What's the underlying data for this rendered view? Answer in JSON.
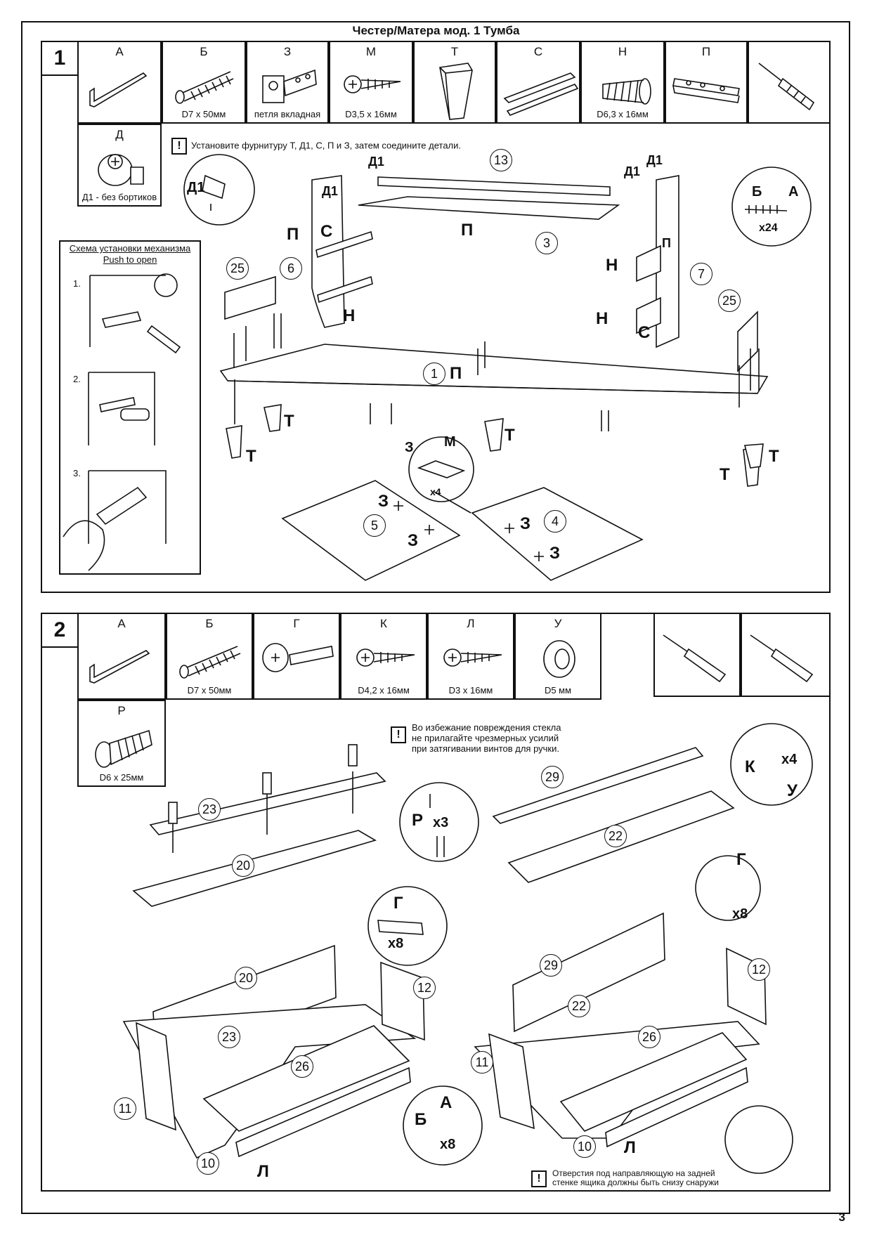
{
  "title": "Честер/Матера мод. 1 Тумба",
  "page_number": "3",
  "step1": {
    "number": "1",
    "parts": [
      {
        "letter": "А",
        "caption": "",
        "icon": "hex-key-icon"
      },
      {
        "letter": "Б",
        "caption": "D7 x 50мм",
        "icon": "confirmat-screw-icon"
      },
      {
        "letter": "З",
        "caption": "петля вкладная",
        "icon": "hinge-icon"
      },
      {
        "letter": "М",
        "caption": "D3,5 x 16мм",
        "icon": "screw-icon"
      },
      {
        "letter": "Т",
        "caption": "",
        "icon": "leg-icon"
      },
      {
        "letter": "С",
        "caption": "",
        "icon": "drawer-slide-icon"
      },
      {
        "letter": "Н",
        "caption": "D6,3 x 16мм",
        "icon": "wood-screw-icon"
      },
      {
        "letter": "П",
        "caption": "",
        "icon": "push-plate-icon"
      }
    ],
    "part_d": {
      "letter": "Д",
      "caption": "Д1 - без бортиков"
    },
    "warning": "Установите фурнитуру Т, Д1, С, П и З, затем соедините детали.",
    "push_scheme": {
      "title_line1": "Схема установки механизма",
      "title_line2": "Push to open",
      "steps": [
        "1.",
        "2.",
        "3."
      ]
    },
    "labels": {
      "d1": "Д1",
      "p": "П",
      "s": "С",
      "n": "Н",
      "t": "Т",
      "z": "З",
      "m": "М",
      "x4": "x4",
      "x24": "x24",
      "b": "Б",
      "a": "А"
    },
    "panels": [
      "13",
      "3",
      "6",
      "7",
      "25",
      "1",
      "5",
      "4"
    ]
  },
  "step2": {
    "number": "2",
    "parts": [
      {
        "letter": "А",
        "caption": "",
        "icon": "hex-key-icon"
      },
      {
        "letter": "Б",
        "caption": "D7 x 50мм",
        "icon": "confirmat-screw-icon"
      },
      {
        "letter": "Г",
        "caption": "",
        "icon": "cam-lock-icon"
      },
      {
        "letter": "К",
        "caption": "D4,2 x 16мм",
        "icon": "screw-icon"
      },
      {
        "letter": "Л",
        "caption": "D3 x 16мм",
        "icon": "screw-icon"
      },
      {
        "letter": "У",
        "caption": "D5 мм",
        "icon": "washer-icon"
      }
    ],
    "part_r": {
      "letter": "Р",
      "caption": "D6 x 25мм"
    },
    "warning_glass": "Во избежание повреждения стекла\nне прилагайте чрезмерных усилий\nпри затягивании винтов для ручки.",
    "warning_holes": "Отверстия под направляющую на задней\nстенке ящика должны быть снизу снаружи",
    "labels": {
      "r": "Р",
      "x3": "x3",
      "k": "К",
      "x4": "x4",
      "u": "У",
      "g": "Г",
      "x8": "x8",
      "b": "Б",
      "a": "А",
      "l": "Л"
    },
    "panels": [
      "23",
      "20",
      "29",
      "22",
      "20",
      "23",
      "26",
      "12",
      "11",
      "10",
      "29",
      "22",
      "26",
      "12",
      "11",
      "10"
    ]
  }
}
